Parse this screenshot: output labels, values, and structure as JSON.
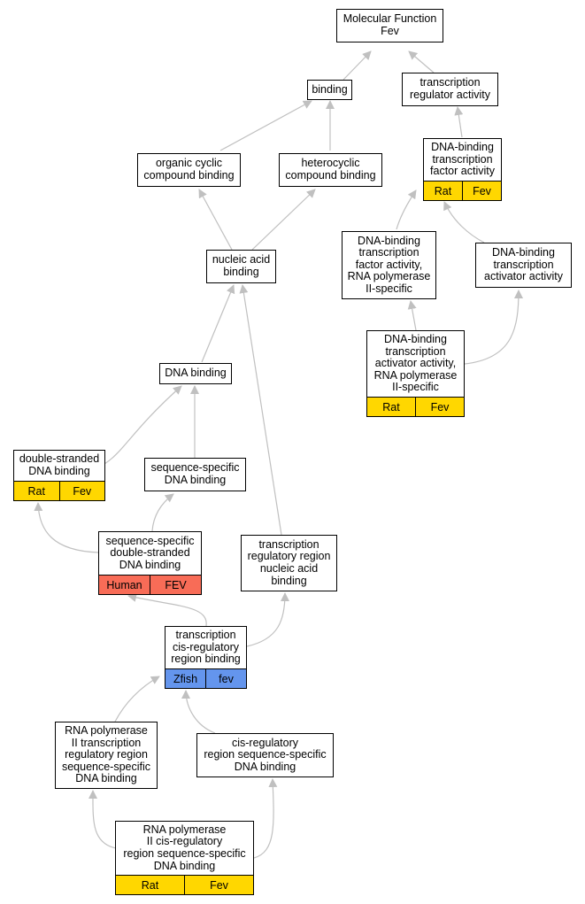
{
  "colors": {
    "edge": "#c0c0c0",
    "rat_fev": "#ffd700",
    "human_fev": "#f86c57",
    "zfish_fev": "#6495ed"
  },
  "nodes": {
    "molecular_function": "Molecular Function\nFev",
    "binding": "binding",
    "transcription_regulator_activity": "transcription\nregulator activity",
    "organic_cyclic_compound_binding": "organic cyclic\ncompound binding",
    "heterocyclic_compound_binding": "heterocyclic\ncompound binding",
    "dna_binding_tf_activity": "DNA-binding\ntranscription\nfactor activity",
    "nucleic_acid_binding": "nucleic acid\nbinding",
    "dna_binding_tf_activity_pol2": "DNA-binding\ntranscription\nfactor activity,\nRNA polymerase\nII-specific",
    "dna_binding_transcription_activator_activity": "DNA-binding\ntranscription\nactivator activity",
    "dna_binding_transcription_activator_activity_pol2": "DNA-binding\ntranscription\nactivator activity,\nRNA polymerase\nII-specific",
    "dna_binding": "DNA binding",
    "double_stranded_dna_binding": "double-stranded\nDNA binding",
    "sequence_specific_dna_binding": "sequence-specific\nDNA binding",
    "sequence_specific_ds_dna_binding": "sequence-specific\ndouble-stranded\nDNA binding",
    "transcription_regulatory_region_nucleic_acid_binding": "transcription\nregulatory region\nnucleic acid\nbinding",
    "transcription_cis_regulatory_region_binding": "transcription\ncis-regulatory\nregion binding",
    "rna_pol2_transcription_regulatory_region_ss_dna_binding": "RNA polymerase\nII transcription\nregulatory region\nsequence-specific\nDNA binding",
    "cis_regulatory_region_ss_dna_binding": "cis-regulatory\nregion sequence-specific\nDNA binding",
    "rna_pol2_cis_regulatory_region_ss_dna_binding": "RNA polymerase\nII cis-regulatory\nregion sequence-specific\nDNA binding"
  },
  "annotations": {
    "rat_fev": {
      "species": "Rat",
      "gene": "Fev"
    },
    "human_fev": {
      "species": "Human",
      "gene": "FEV"
    },
    "zfish_fev": {
      "species": "Zfish",
      "gene": "fev"
    }
  }
}
